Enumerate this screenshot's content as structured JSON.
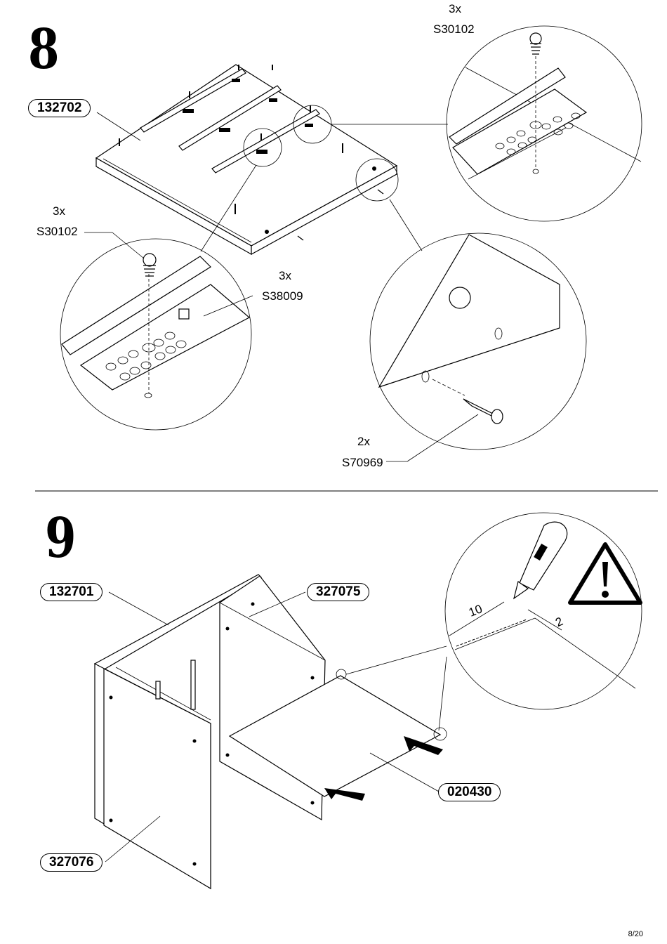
{
  "steps": [
    {
      "number": "8",
      "parts": [
        {
          "id": "132702"
        }
      ],
      "callouts": [
        {
          "qty": "3x",
          "code": "S30102"
        },
        {
          "qty": "3x",
          "code": "S30102"
        },
        {
          "qty": "3x",
          "code": "S38009"
        },
        {
          "qty": "2x",
          "code": "S70969"
        }
      ]
    },
    {
      "number": "9",
      "parts": [
        {
          "id": "132701"
        },
        {
          "id": "327075"
        },
        {
          "id": "020430"
        },
        {
          "id": "327076"
        }
      ],
      "dimensions": [
        "10",
        "2"
      ]
    }
  ],
  "footer": {
    "page": "8/20"
  }
}
